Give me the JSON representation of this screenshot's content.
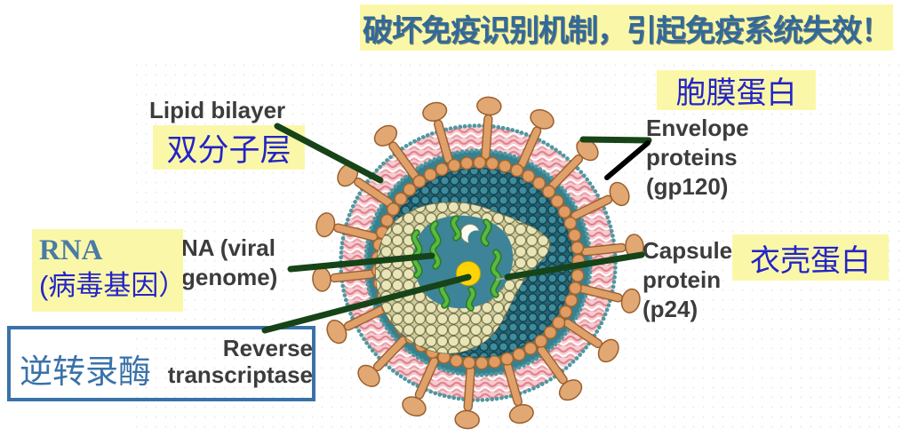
{
  "banner": {
    "text": "破坏免疫识别机制，引起免疫系统失效！"
  },
  "annotations": {
    "lipid_bilayer": {
      "en": "Lipid bilayer",
      "zh": "双分子层"
    },
    "envelope_proteins": {
      "zh": "胞膜蛋白",
      "en_lines": [
        "Envelope",
        "proteins",
        "(gp120)"
      ]
    },
    "rna": {
      "en_lines": [
        "NA (viral",
        "genome)"
      ],
      "zh_box_line1": "RNA",
      "zh_box_line2": "(病毒基因）"
    },
    "capsule_protein": {
      "en_lines": [
        "Capsule",
        "protein",
        "(p24)"
      ],
      "zh": "衣壳蛋白"
    },
    "reverse_transcriptase": {
      "en_lines": [
        "Reverse",
        "transcriptase"
      ],
      "zh": "逆转录酶"
    }
  },
  "virus": {
    "structures": [
      "envelope-knobs",
      "lipid-bilayer-membrane",
      "matrix",
      "capsid-shell",
      "rna-strands",
      "core-protein"
    ]
  },
  "colors": {
    "highlight_yellow": "#faf8a8",
    "label_blue": "#2424c8",
    "steel_blue": "#3a72a8",
    "banner_text_blue": "#336999",
    "text_gray": "#3c3c3c",
    "pointer_green": "#164418",
    "pointer_black": "#000000",
    "membrane_pink": "#f6cbd0",
    "matrix_teal": "#256474",
    "capsid_khaki": "#e9e5b6",
    "rna_green": "#58ba42",
    "core_yellow": "#ffd405",
    "knob_orange": "#dfa069"
  }
}
